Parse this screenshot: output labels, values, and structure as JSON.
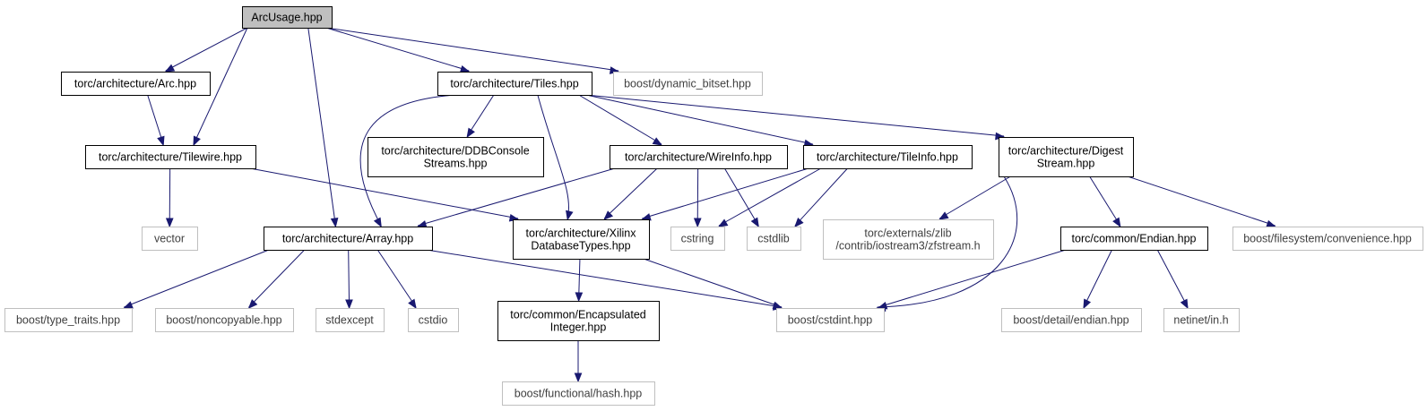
{
  "graph": {
    "nodes": [
      {
        "id": "arcusage",
        "kind": "root",
        "lines": [
          "ArcUsage.hpp"
        ]
      },
      {
        "id": "arc",
        "kind": "doc",
        "lines": [
          "torc/architecture/Arc.hpp"
        ]
      },
      {
        "id": "tiles",
        "kind": "doc",
        "lines": [
          "torc/architecture/Tiles.hpp"
        ]
      },
      {
        "id": "dynbitset",
        "kind": "ext",
        "lines": [
          "boost/dynamic_bitset.hpp"
        ]
      },
      {
        "id": "tilewire",
        "kind": "doc",
        "lines": [
          "torc/architecture/Tilewire.hpp"
        ]
      },
      {
        "id": "ddb",
        "kind": "doc",
        "lines": [
          "torc/architecture/DDBConsole",
          "Streams.hpp"
        ]
      },
      {
        "id": "wireinfo",
        "kind": "doc",
        "lines": [
          "torc/architecture/WireInfo.hpp"
        ]
      },
      {
        "id": "tileinfo",
        "kind": "doc",
        "lines": [
          "torc/architecture/TileInfo.hpp"
        ]
      },
      {
        "id": "digest",
        "kind": "doc",
        "lines": [
          "torc/architecture/Digest",
          "Stream.hpp"
        ]
      },
      {
        "id": "vector",
        "kind": "ext",
        "lines": [
          "vector"
        ]
      },
      {
        "id": "array",
        "kind": "doc",
        "lines": [
          "torc/architecture/Array.hpp"
        ]
      },
      {
        "id": "xilinx",
        "kind": "doc",
        "lines": [
          "torc/architecture/Xilinx",
          "DatabaseTypes.hpp"
        ]
      },
      {
        "id": "cstring",
        "kind": "ext",
        "lines": [
          "cstring"
        ]
      },
      {
        "id": "cstdlib",
        "kind": "ext",
        "lines": [
          "cstdlib"
        ]
      },
      {
        "id": "zfstream",
        "kind": "ext",
        "lines": [
          "torc/externals/zlib",
          "/contrib/iostream3/zfstream.h"
        ]
      },
      {
        "id": "endian",
        "kind": "doc",
        "lines": [
          "torc/common/Endian.hpp"
        ]
      },
      {
        "id": "convenience",
        "kind": "ext",
        "lines": [
          "boost/filesystem/convenience.hpp"
        ]
      },
      {
        "id": "typetraits",
        "kind": "ext",
        "lines": [
          "boost/type_traits.hpp"
        ]
      },
      {
        "id": "noncopyable",
        "kind": "ext",
        "lines": [
          "boost/noncopyable.hpp"
        ]
      },
      {
        "id": "stdexcept",
        "kind": "ext",
        "lines": [
          "stdexcept"
        ]
      },
      {
        "id": "cstdio",
        "kind": "ext",
        "lines": [
          "cstdio"
        ]
      },
      {
        "id": "encint",
        "kind": "doc",
        "lines": [
          "torc/common/Encapsulated",
          "Integer.hpp"
        ]
      },
      {
        "id": "cstdint",
        "kind": "ext",
        "lines": [
          "boost/cstdint.hpp"
        ]
      },
      {
        "id": "detailendian",
        "kind": "ext",
        "lines": [
          "boost/detail/endian.hpp"
        ]
      },
      {
        "id": "netinet",
        "kind": "ext",
        "lines": [
          "netinet/in.h"
        ]
      },
      {
        "id": "hash",
        "kind": "ext",
        "lines": [
          "boost/functional/hash.hpp"
        ]
      }
    ],
    "edges": [
      {
        "from": "arcusage",
        "to": "arc"
      },
      {
        "from": "arcusage",
        "to": "tilewire"
      },
      {
        "from": "arcusage",
        "to": "array"
      },
      {
        "from": "arcusage",
        "to": "tiles"
      },
      {
        "from": "arcusage",
        "to": "dynbitset"
      },
      {
        "from": "arc",
        "to": "tilewire"
      },
      {
        "from": "tilewire",
        "to": "vector"
      },
      {
        "from": "tilewire",
        "to": "xilinx"
      },
      {
        "from": "tiles",
        "to": "array"
      },
      {
        "from": "tiles",
        "to": "ddb"
      },
      {
        "from": "tiles",
        "to": "xilinx"
      },
      {
        "from": "tiles",
        "to": "wireinfo"
      },
      {
        "from": "tiles",
        "to": "tileinfo"
      },
      {
        "from": "tiles",
        "to": "digest"
      },
      {
        "from": "wireinfo",
        "to": "array"
      },
      {
        "from": "wireinfo",
        "to": "xilinx"
      },
      {
        "from": "wireinfo",
        "to": "cstring"
      },
      {
        "from": "wireinfo",
        "to": "cstdlib"
      },
      {
        "from": "tileinfo",
        "to": "xilinx"
      },
      {
        "from": "tileinfo",
        "to": "cstring"
      },
      {
        "from": "tileinfo",
        "to": "cstdlib"
      },
      {
        "from": "digest",
        "to": "zfstream"
      },
      {
        "from": "digest",
        "to": "cstdint"
      },
      {
        "from": "digest",
        "to": "endian"
      },
      {
        "from": "digest",
        "to": "convenience"
      },
      {
        "from": "array",
        "to": "typetraits"
      },
      {
        "from": "array",
        "to": "noncopyable"
      },
      {
        "from": "array",
        "to": "stdexcept"
      },
      {
        "from": "array",
        "to": "cstdio"
      },
      {
        "from": "array",
        "to": "cstdint"
      },
      {
        "from": "xilinx",
        "to": "encint"
      },
      {
        "from": "xilinx",
        "to": "cstdint"
      },
      {
        "from": "encint",
        "to": "hash"
      },
      {
        "from": "endian",
        "to": "cstdint"
      },
      {
        "from": "endian",
        "to": "detailendian"
      },
      {
        "from": "endian",
        "to": "netinet"
      }
    ]
  }
}
